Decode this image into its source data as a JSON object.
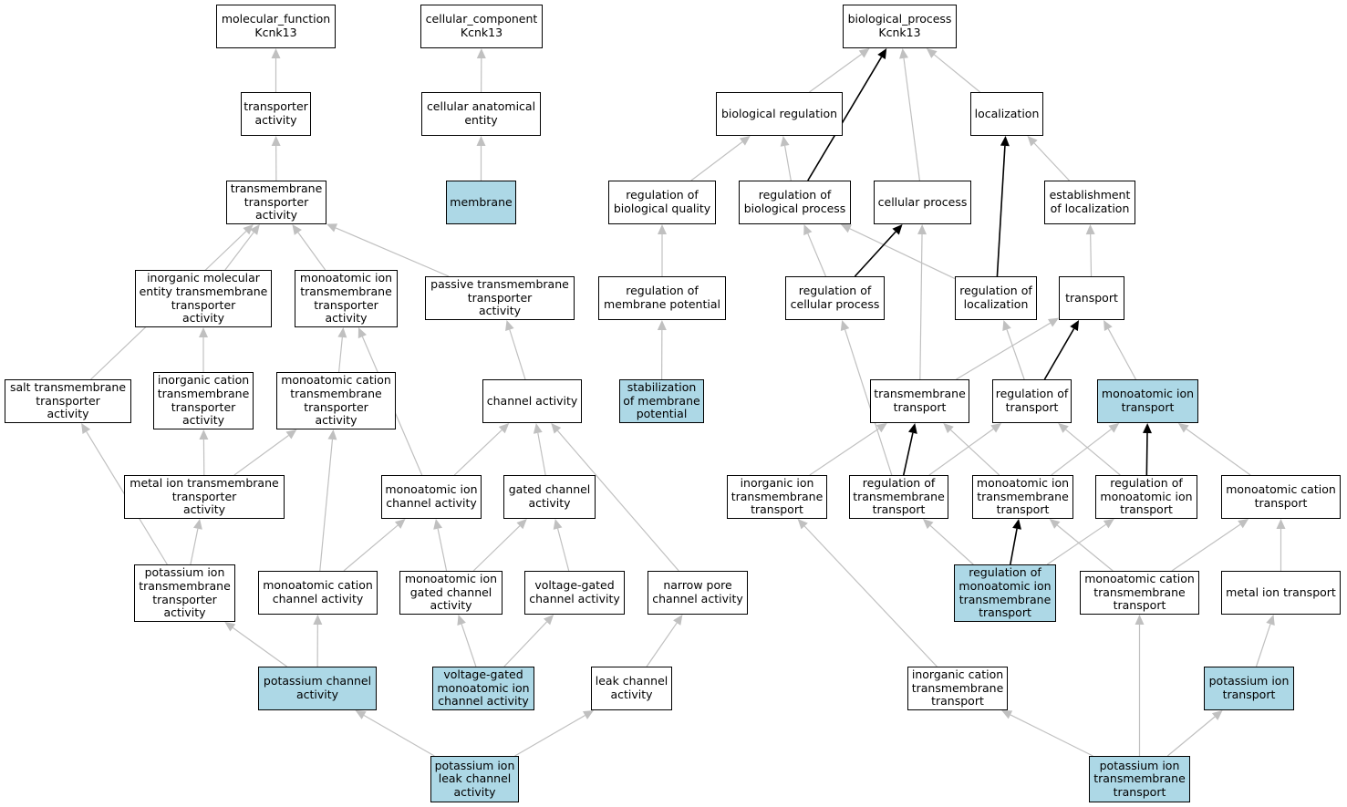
{
  "colors": {
    "highlight_fill": "#add8e6",
    "default_fill": "#ffffff",
    "edge_gray": "#c0c0c0",
    "edge_black": "#000000"
  },
  "nodes": {
    "mf_root": {
      "label": "molecular_function\nKcnk13",
      "highlight": false
    },
    "cc_root": {
      "label": "cellular_component\nKcnk13",
      "highlight": false
    },
    "bp_root": {
      "label": "biological_process\nKcnk13",
      "highlight": false
    },
    "transporter_activity": {
      "label": "transporter\nactivity",
      "highlight": false
    },
    "cellular_anatomical_entity": {
      "label": "cellular anatomical\nentity",
      "highlight": false
    },
    "membrane": {
      "label": "membrane",
      "highlight": true
    },
    "tm_transporter_activity": {
      "label": "transmembrane\ntransporter\nactivity",
      "highlight": false
    },
    "inorg_mol_entity_tm": {
      "label": "inorganic molecular\nentity transmembrane\ntransporter\nactivity",
      "highlight": false
    },
    "monoatomic_ion_tm": {
      "label": "monoatomic ion\ntransmembrane\ntransporter\nactivity",
      "highlight": false
    },
    "passive_tm": {
      "label": "passive transmembrane\ntransporter\nactivity",
      "highlight": false
    },
    "salt_tm": {
      "label": "salt transmembrane\ntransporter\nactivity",
      "highlight": false
    },
    "inorg_cation_tm": {
      "label": "inorganic cation\ntransmembrane\ntransporter\nactivity",
      "highlight": false
    },
    "monoatomic_cation_tm": {
      "label": "monoatomic cation\ntransmembrane\ntransporter\nactivity",
      "highlight": false
    },
    "channel_activity": {
      "label": "channel activity",
      "highlight": false
    },
    "metal_ion_tm": {
      "label": "metal ion transmembrane\ntransporter\nactivity",
      "highlight": false
    },
    "monoatomic_ion_channel": {
      "label": "monoatomic ion\nchannel activity",
      "highlight": false
    },
    "gated_channel": {
      "label": "gated channel\nactivity",
      "highlight": false
    },
    "potassium_ion_tm": {
      "label": "potassium ion\ntransmembrane\ntransporter\nactivity",
      "highlight": false
    },
    "monoatomic_cation_channel": {
      "label": "monoatomic cation\nchannel activity",
      "highlight": false
    },
    "monoatomic_ion_gated": {
      "label": "monoatomic ion\ngated channel\nactivity",
      "highlight": false
    },
    "voltage_gated_channel": {
      "label": "voltage-gated\nchannel activity",
      "highlight": false
    },
    "narrow_pore": {
      "label": "narrow pore\nchannel activity",
      "highlight": false
    },
    "potassium_channel": {
      "label": "potassium channel\nactivity",
      "highlight": true
    },
    "vg_monoatomic_ion_channel": {
      "label": "voltage-gated\nmonoatomic ion\nchannel activity",
      "highlight": true
    },
    "leak_channel": {
      "label": "leak channel\nactivity",
      "highlight": false
    },
    "potassium_leak": {
      "label": "potassium ion\nleak channel\nactivity",
      "highlight": true
    },
    "biological_regulation": {
      "label": "biological regulation",
      "highlight": false
    },
    "localization": {
      "label": "localization",
      "highlight": false
    },
    "reg_biological_quality": {
      "label": "regulation of\nbiological quality",
      "highlight": false
    },
    "reg_biological_process": {
      "label": "regulation of\nbiological process",
      "highlight": false
    },
    "cellular_process": {
      "label": "cellular process",
      "highlight": false
    },
    "establishment_localization": {
      "label": "establishment\nof localization",
      "highlight": false
    },
    "reg_membrane_potential": {
      "label": "regulation of\nmembrane potential",
      "highlight": false
    },
    "reg_cellular_process": {
      "label": "regulation of\ncellular process",
      "highlight": false
    },
    "reg_localization": {
      "label": "regulation of\nlocalization",
      "highlight": false
    },
    "transport": {
      "label": "transport",
      "highlight": false
    },
    "stab_membrane_potential": {
      "label": "stabilization\nof membrane\npotential",
      "highlight": true
    },
    "tm_transport": {
      "label": "transmembrane\ntransport",
      "highlight": false
    },
    "reg_transport": {
      "label": "regulation of\ntransport",
      "highlight": false
    },
    "monoatomic_ion_transport": {
      "label": "monoatomic ion\ntransport",
      "highlight": true
    },
    "inorg_ion_tm_transport": {
      "label": "inorganic ion\ntransmembrane\ntransport",
      "highlight": false
    },
    "reg_tm_transport": {
      "label": "regulation of\ntransmembrane\ntransport",
      "highlight": false
    },
    "monoatomic_ion_tm_transport": {
      "label": "monoatomic ion\ntransmembrane\ntransport",
      "highlight": false
    },
    "reg_monoatomic_ion_transport": {
      "label": "regulation of\nmonoatomic ion\ntransport",
      "highlight": false
    },
    "monoatomic_cation_transport": {
      "label": "monoatomic cation\ntransport",
      "highlight": false
    },
    "reg_monoatomic_ion_tm_transport": {
      "label": "regulation of\nmonoatomic ion\ntransmembrane\ntransport",
      "highlight": true
    },
    "monoatomic_cation_tm_transport": {
      "label": "monoatomic cation\ntransmembrane\ntransport",
      "highlight": false
    },
    "metal_ion_transport": {
      "label": "metal ion transport",
      "highlight": false
    },
    "inorg_cation_tm_transport": {
      "label": "inorganic cation\ntransmembrane\ntransport",
      "highlight": false
    },
    "potassium_ion_transport": {
      "label": "potassium ion\ntransport",
      "highlight": true
    },
    "potassium_ion_tm_transport": {
      "label": "potassium ion\ntransmembrane\ntransport",
      "highlight": true
    }
  },
  "edges": [
    [
      "transporter_activity",
      "mf_root",
      "gray"
    ],
    [
      "tm_transporter_activity",
      "transporter_activity",
      "gray"
    ],
    [
      "inorg_mol_entity_tm",
      "tm_transporter_activity",
      "gray"
    ],
    [
      "monoatomic_ion_tm",
      "tm_transporter_activity",
      "gray"
    ],
    [
      "passive_tm",
      "tm_transporter_activity",
      "gray"
    ],
    [
      "salt_tm",
      "tm_transporter_activity",
      "gray"
    ],
    [
      "inorg_cation_tm",
      "inorg_mol_entity_tm",
      "gray"
    ],
    [
      "monoatomic_cation_tm",
      "monoatomic_ion_tm",
      "gray"
    ],
    [
      "monoatomic_ion_channel",
      "monoatomic_ion_tm",
      "gray"
    ],
    [
      "channel_activity",
      "passive_tm",
      "gray"
    ],
    [
      "metal_ion_tm",
      "inorg_cation_tm",
      "gray"
    ],
    [
      "metal_ion_tm",
      "monoatomic_cation_tm",
      "gray"
    ],
    [
      "monoatomic_ion_channel",
      "channel_activity",
      "gray"
    ],
    [
      "gated_channel",
      "channel_activity",
      "gray"
    ],
    [
      "narrow_pore",
      "channel_activity",
      "gray"
    ],
    [
      "potassium_ion_tm",
      "salt_tm",
      "gray"
    ],
    [
      "potassium_ion_tm",
      "metal_ion_tm",
      "gray"
    ],
    [
      "monoatomic_cation_channel",
      "monoatomic_cation_tm",
      "gray"
    ],
    [
      "monoatomic_cation_channel",
      "monoatomic_ion_channel",
      "gray"
    ],
    [
      "monoatomic_ion_gated",
      "monoatomic_ion_channel",
      "gray"
    ],
    [
      "monoatomic_ion_gated",
      "gated_channel",
      "gray"
    ],
    [
      "voltage_gated_channel",
      "gated_channel",
      "gray"
    ],
    [
      "potassium_channel",
      "potassium_ion_tm",
      "gray"
    ],
    [
      "potassium_channel",
      "monoatomic_cation_channel",
      "gray"
    ],
    [
      "vg_monoatomic_ion_channel",
      "monoatomic_ion_gated",
      "gray"
    ],
    [
      "vg_monoatomic_ion_channel",
      "voltage_gated_channel",
      "gray"
    ],
    [
      "leak_channel",
      "narrow_pore",
      "gray"
    ],
    [
      "potassium_leak",
      "potassium_channel",
      "gray"
    ],
    [
      "potassium_leak",
      "leak_channel",
      "gray"
    ],
    [
      "cellular_anatomical_entity",
      "cc_root",
      "gray"
    ],
    [
      "membrane",
      "cellular_anatomical_entity",
      "gray"
    ],
    [
      "biological_regulation",
      "bp_root",
      "gray"
    ],
    [
      "localization",
      "bp_root",
      "gray"
    ],
    [
      "reg_biological_process",
      "bp_root",
      "black"
    ],
    [
      "cellular_process",
      "bp_root",
      "gray"
    ],
    [
      "reg_biological_quality",
      "biological_regulation",
      "gray"
    ],
    [
      "reg_biological_process",
      "biological_regulation",
      "gray"
    ],
    [
      "establishment_localization",
      "localization",
      "gray"
    ],
    [
      "reg_localization",
      "localization",
      "black"
    ],
    [
      "reg_membrane_potential",
      "reg_biological_quality",
      "gray"
    ],
    [
      "stab_membrane_potential",
      "reg_membrane_potential",
      "gray"
    ],
    [
      "reg_cellular_process",
      "reg_biological_process",
      "gray"
    ],
    [
      "reg_localization",
      "reg_biological_process",
      "gray"
    ],
    [
      "reg_cellular_process",
      "cellular_process",
      "black"
    ],
    [
      "tm_transport",
      "cellular_process",
      "gray"
    ],
    [
      "transport",
      "establishment_localization",
      "gray"
    ],
    [
      "tm_transport",
      "transport",
      "gray"
    ],
    [
      "reg_transport",
      "transport",
      "black"
    ],
    [
      "monoatomic_ion_transport",
      "transport",
      "gray"
    ],
    [
      "reg_transport",
      "reg_localization",
      "gray"
    ],
    [
      "reg_tm_transport",
      "reg_cellular_process",
      "gray"
    ],
    [
      "inorg_ion_tm_transport",
      "tm_transport",
      "gray"
    ],
    [
      "reg_tm_transport",
      "tm_transport",
      "black"
    ],
    [
      "monoatomic_ion_tm_transport",
      "tm_transport",
      "gray"
    ],
    [
      "reg_tm_transport",
      "reg_transport",
      "gray"
    ],
    [
      "reg_monoatomic_ion_transport",
      "reg_transport",
      "gray"
    ],
    [
      "monoatomic_ion_tm_transport",
      "monoatomic_ion_transport",
      "gray"
    ],
    [
      "reg_monoatomic_ion_transport",
      "monoatomic_ion_transport",
      "black"
    ],
    [
      "monoatomic_cation_transport",
      "monoatomic_ion_transport",
      "gray"
    ],
    [
      "reg_monoatomic_ion_tm_transport",
      "reg_tm_transport",
      "gray"
    ],
    [
      "reg_monoatomic_ion_tm_transport",
      "monoatomic_ion_tm_transport",
      "black"
    ],
    [
      "reg_monoatomic_ion_tm_transport",
      "reg_monoatomic_ion_transport",
      "gray"
    ],
    [
      "monoatomic_cation_tm_transport",
      "monoatomic_ion_tm_transport",
      "gray"
    ],
    [
      "monoatomic_cation_tm_transport",
      "monoatomic_cation_transport",
      "gray"
    ],
    [
      "metal_ion_transport",
      "monoatomic_cation_transport",
      "gray"
    ],
    [
      "inorg_cation_tm_transport",
      "inorg_ion_tm_transport",
      "gray"
    ],
    [
      "potassium_ion_transport",
      "metal_ion_transport",
      "gray"
    ],
    [
      "potassium_ion_tm_transport",
      "inorg_cation_tm_transport",
      "gray"
    ],
    [
      "potassium_ion_tm_transport",
      "monoatomic_cation_tm_transport",
      "gray"
    ],
    [
      "potassium_ion_tm_transport",
      "potassium_ion_transport",
      "gray"
    ]
  ]
}
